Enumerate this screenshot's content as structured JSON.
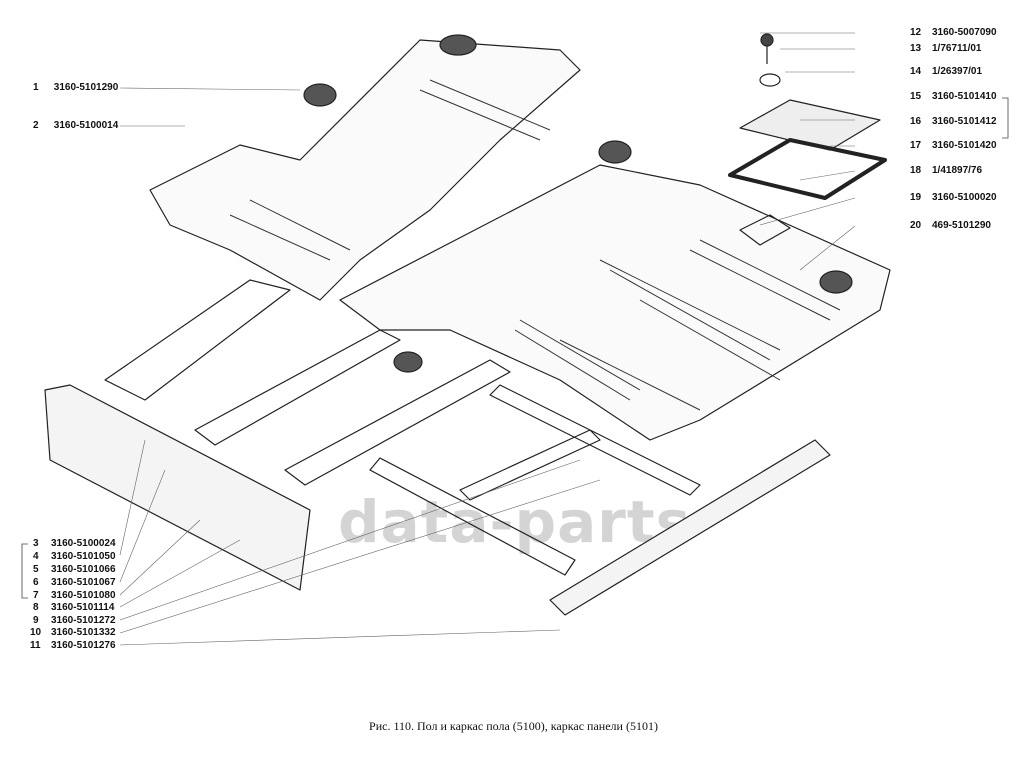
{
  "figure": {
    "caption": "Рис. 110. Пол и каркас пола (5100), каркас панели (5101)",
    "watermark": "data-parts"
  },
  "callouts_left_top": [
    {
      "num": "1",
      "part": "3160-5101290"
    },
    {
      "num": "2",
      "part": "3160-5100014"
    }
  ],
  "callouts_left_bottom": [
    {
      "num": "3",
      "part": "3160-5100024"
    },
    {
      "num": "4",
      "part": "3160-5101050"
    },
    {
      "num": "5",
      "part": "3160-5101066"
    },
    {
      "num": "6",
      "part": "3160-5101067"
    },
    {
      "num": "7",
      "part": "3160-5101080"
    },
    {
      "num": "8",
      "part": "3160-5101114"
    },
    {
      "num": "9",
      "part": "3160-5101272"
    },
    {
      "num": "10",
      "part": "3160-5101332"
    },
    {
      "num": "11",
      "part": "3160-5101276"
    }
  ],
  "callouts_right": [
    {
      "num": "12",
      "part": "3160-5007090"
    },
    {
      "num": "13",
      "part": "1/76711/01"
    },
    {
      "num": "14",
      "part": "1/26397/01"
    },
    {
      "num": "15",
      "part": "3160-5101410"
    },
    {
      "num": "16",
      "part": "3160-5101412"
    },
    {
      "num": "17",
      "part": "3160-5101420"
    },
    {
      "num": "18",
      "part": "1/41897/76"
    },
    {
      "num": "19",
      "part": "3160-5100020"
    },
    {
      "num": "20",
      "part": "469-5101290"
    }
  ]
}
